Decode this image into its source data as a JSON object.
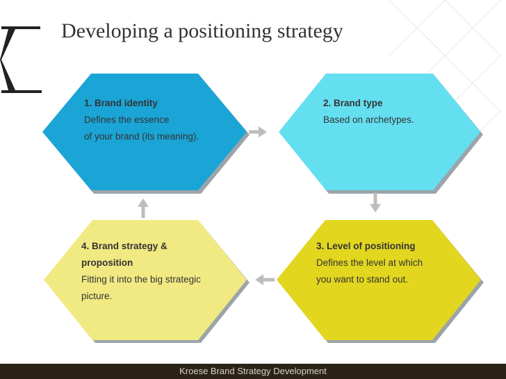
{
  "title": "Developing a positioning strategy",
  "footer": "Kroese Brand Strategy Development",
  "colors": {
    "hex1": "#1aa5d6",
    "hex2": "#63dff0",
    "hex3": "#e2d61f",
    "hex4": "#f1ea83",
    "footer_bg": "#2b2318",
    "arrow": "#c0bcbc"
  },
  "steps": [
    {
      "heading": "1. Brand identity",
      "text_lines": [
        "Defines the essence",
        "of your brand (its meaning)."
      ]
    },
    {
      "heading": "2. Brand type",
      "text_lines": [
        "Based on archetypes."
      ]
    },
    {
      "heading": "3. Level of positioning",
      "text_lines": [
        "Defines the level at which",
        "you want to stand out."
      ]
    },
    {
      "heading_lines": [
        "4. Brand strategy &",
        "proposition"
      ],
      "text_lines": [
        "Fitting it into the big strategic",
        "picture."
      ]
    }
  ],
  "logo_icon": "k-letter-logo-icon"
}
